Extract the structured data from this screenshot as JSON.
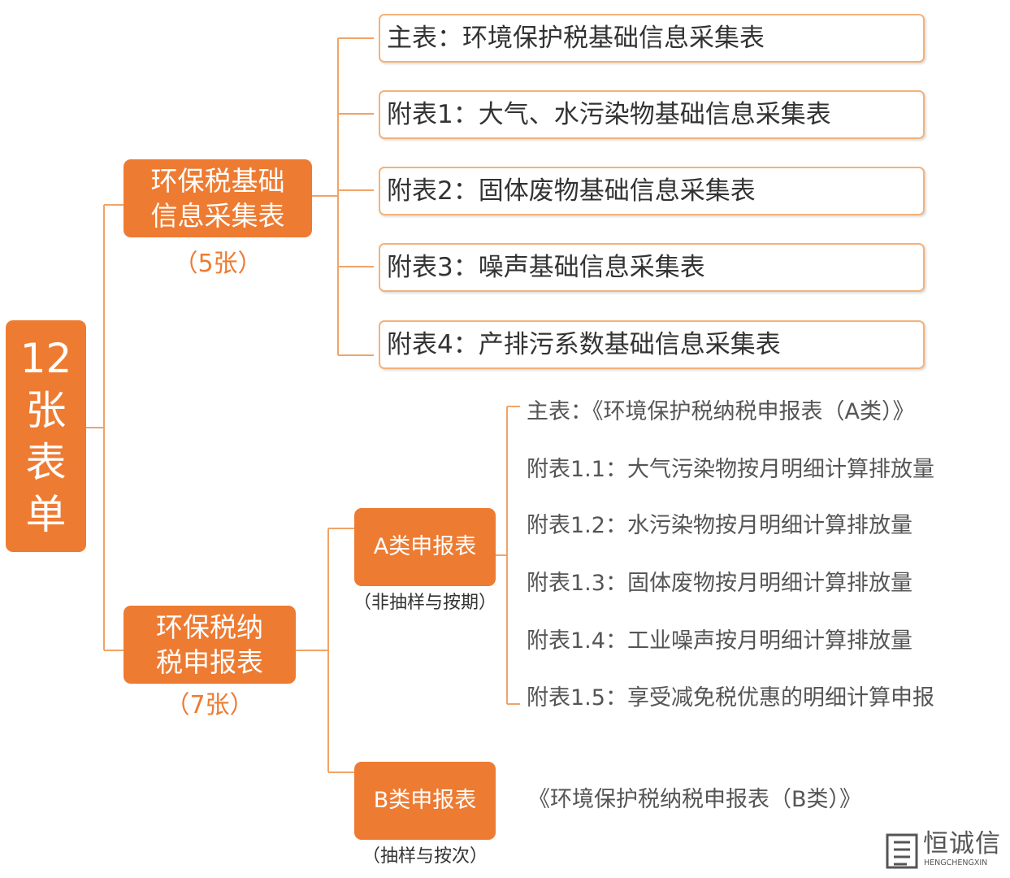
{
  "root": {
    "chars": [
      "12",
      "张",
      "表",
      "单"
    ]
  },
  "group1": {
    "lines": [
      "环保税基础",
      "信息采集表"
    ],
    "count": "（5张）",
    "items": [
      "主表：环境保护税基础信息采集表",
      "附表1：大气、水污染物基础信息采集表",
      "附表2：固体废物基础信息采集表",
      "附表3：噪声基础信息采集表",
      "附表4：产排污系数基础信息采集表"
    ]
  },
  "group2": {
    "lines": [
      "环保税纳",
      "税申报表"
    ],
    "count": "（7张）",
    "typeA": {
      "label": "A类申报表",
      "note": "（非抽样与按期）",
      "items": [
        "主表：《环境保护税纳税申报表（A类）》",
        "附表1.1：大气污染物按月明细计算排放量",
        "附表1.2：水污染物按月明细计算排放量",
        "附表1.3：固体废物按月明细计算排放量",
        "附表1.4：工业噪声按月明细计算排放量",
        "附表1.5：享受减免税优惠的明细计算申报"
      ]
    },
    "typeB": {
      "label": "B类申报表",
      "note": "（抽样与按次）",
      "item": "《环境保护税纳税申报表（B类）》"
    }
  },
  "watermark": {
    "name": "恒诚信",
    "sub": "HENGCHENGXIN"
  },
  "colors": {
    "accent": "#ee7b32",
    "box_border": "#f3b27a",
    "connector": "#f0a468"
  }
}
